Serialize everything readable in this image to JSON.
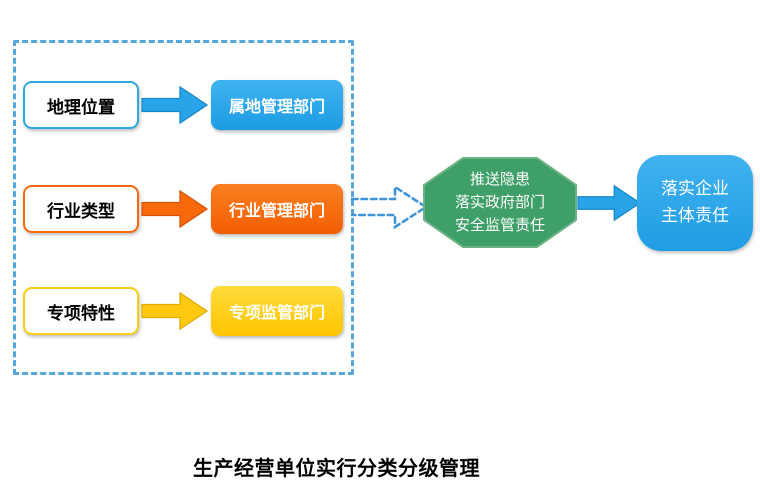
{
  "title": {
    "text": "生产经营单位实行分类分级管理"
  },
  "classification_rows": [
    {
      "factor": "地理位置",
      "department": "属地管理部门",
      "color": "#29a4e9"
    },
    {
      "factor": "行业类型",
      "department": "行业管理部门",
      "color": "#f8690b"
    },
    {
      "factor": "专项特性",
      "department": "专项监管部门",
      "color": "#ffc80a"
    }
  ],
  "government_octagon": {
    "lines": [
      "推送隐患",
      "落实政府部门",
      "安全监管责任"
    ],
    "color": "#3e9f68"
  },
  "enterprise_box": {
    "lines": [
      "落实企业",
      "主体责任"
    ],
    "color": "#29a4e9"
  },
  "icons": {
    "row_arrow": "arrow-right-icon",
    "dashed_arrow": "dashed-arrow-right-icon"
  },
  "colors": {
    "dashed_frame_blue": "#54a6db",
    "blue": "#29a4e9",
    "orange": "#f8690b",
    "yellow": "#ffc80a",
    "green": "#3e9f68"
  }
}
